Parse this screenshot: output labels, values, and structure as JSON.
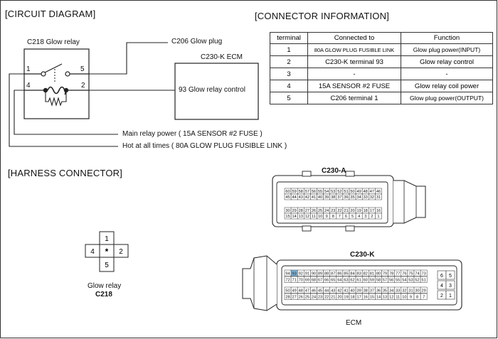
{
  "circuit": {
    "heading": "[CIRCUIT DIAGRAM]",
    "relay_label": "C218 Glow relay",
    "glow_plug_label": "C206 Glow plug",
    "ecm_label": "C230-K ECM",
    "ecm_terminal_label": "93 Glow relay control",
    "pin1": "1",
    "pin2": "2",
    "pin4": "4",
    "pin5": "5",
    "main_relay_label": "Main relay power ( 15A SENSOR #2 FUSE )",
    "hot_label": "Hot at all times ( 80A GLOW PLUG FUSIBLE LINK )"
  },
  "connector_info": {
    "heading": "[CONNECTOR INFORMATION]",
    "columns": [
      "terminal",
      "Connected to",
      "Function"
    ],
    "rows": [
      [
        "1",
        "80A GLOW PLUG FUSIBLE LINK",
        "Glow plug power(INPUT)"
      ],
      [
        "2",
        "C230-K terminal 93",
        "Glow relay control"
      ],
      [
        "3",
        "-",
        "-"
      ],
      [
        "4",
        "15A SENSOR #2 FUSE",
        "Glow relay coil power"
      ],
      [
        "5",
        "C206 terminal 1",
        "Glow plug power(OUTPUT)"
      ]
    ]
  },
  "harness": {
    "heading": "[HARNESS CONNECTOR]",
    "c218_pins": [
      "1",
      "4",
      "*",
      "2",
      "5"
    ],
    "c218_caption": "Glow relay",
    "c218_id": "C218",
    "c230a_title": "C230-A",
    "c230a_rows": [
      [
        "60",
        "59",
        "58",
        "57",
        "56",
        "55",
        "54",
        "53",
        "52",
        "51",
        "50",
        "49",
        "48",
        "47",
        "46"
      ],
      [
        "45",
        "44",
        "43",
        "42",
        "41",
        "40",
        "39",
        "38",
        "37",
        "36",
        "35",
        "34",
        "33",
        "32",
        "31"
      ],
      [
        "30",
        "29",
        "28",
        "27",
        "26",
        "25",
        "24",
        "23",
        "22",
        "21",
        "20",
        "19",
        "18",
        "17",
        "16"
      ],
      [
        "15",
        "14",
        "13",
        "12",
        "11",
        "10",
        "9",
        "8",
        "7",
        "6",
        "5",
        "4",
        "3",
        "2",
        "1"
      ]
    ],
    "c230k_title": "C230-K",
    "c230k_rows": [
      [
        "94",
        "93",
        "92",
        "91",
        "90",
        "89",
        "88",
        "87",
        "86",
        "85",
        "84",
        "83",
        "82",
        "81",
        "80",
        "79",
        "78",
        "77",
        "76",
        "75",
        "74",
        "73"
      ],
      [
        "72",
        "71",
        "70",
        "69",
        "68",
        "67",
        "66",
        "65",
        "64",
        "63",
        "62",
        "61",
        "60",
        "59",
        "58",
        "57",
        "56",
        "55",
        "54",
        "53",
        "52",
        "51"
      ],
      [
        "50",
        "49",
        "48",
        "47",
        "46",
        "45",
        "44",
        "43",
        "42",
        "41",
        "40",
        "39",
        "38",
        "37",
        "36",
        "35",
        "34",
        "33",
        "32",
        "31",
        "30",
        "29"
      ],
      [
        "28",
        "27",
        "26",
        "25",
        "24",
        "23",
        "22",
        "21",
        "20",
        "19",
        "18",
        "17",
        "16",
        "15",
        "14",
        "13",
        "12",
        "11",
        "10",
        "9",
        "8",
        "7"
      ]
    ],
    "c230k_side": [
      "6",
      "5",
      "4",
      "3",
      "2",
      "1"
    ],
    "highlight_pin": "93",
    "highlight_color": "#7fb5d9",
    "ecm_caption": "ECM"
  }
}
